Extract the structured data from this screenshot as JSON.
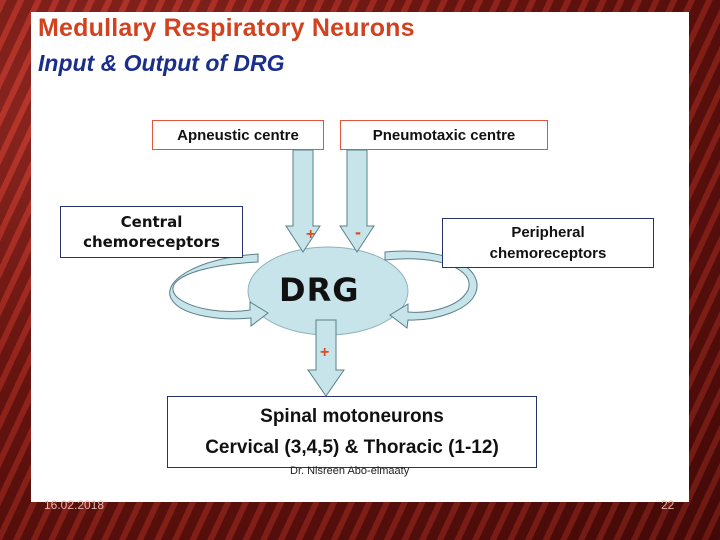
{
  "slide": {
    "title": "Medullary Respiratory Neurons",
    "subtitle": "Input & Output of DRG"
  },
  "diagram": {
    "nodes": {
      "apneustic": "Apneustic centre",
      "pneumotaxic": "Pneumotaxic centre",
      "central_line1": "Central",
      "central_line2": "chemoreceptors",
      "peripheral_line1": "Peripheral",
      "peripheral_line2": "chemoreceptors",
      "drg": "DRG",
      "spinal_line1": "Spinal motoneurons",
      "spinal_line2": "Cervical (3,4,5) & Thoracic (1-12)"
    },
    "signs": {
      "apneustic": "+",
      "pneumotaxic": "-",
      "output": "+"
    },
    "colors": {
      "arrow_fill": "#c6e4ea",
      "arrow_stroke": "#5a7f88",
      "ellipse_fill": "#c6e4ea",
      "title": "#d2421e",
      "subtitle": "#1a2e8c",
      "sign": "#e04a22"
    }
  },
  "credit": "Dr. Nisreen Abo-elmaaty",
  "footer": {
    "date": "16.02.2018",
    "page_number": "22"
  }
}
